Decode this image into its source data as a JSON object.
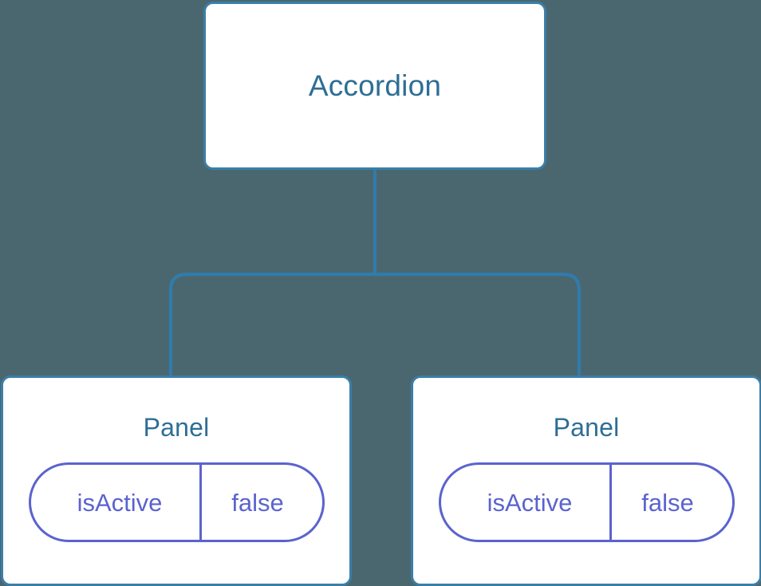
{
  "diagram": {
    "type": "component-tree",
    "background_color": "#4a6770",
    "node_border_color": "#3b7ea8",
    "node_text_color": "#2d6e95",
    "prop_color": "#5b63ce",
    "edge_color": "#3b7ea8"
  },
  "root": {
    "title": "Accordion"
  },
  "children": [
    {
      "title": "Panel",
      "prop_key": "isActive",
      "prop_value": "false"
    },
    {
      "title": "Panel",
      "prop_key": "isActive",
      "prop_value": "false"
    }
  ]
}
